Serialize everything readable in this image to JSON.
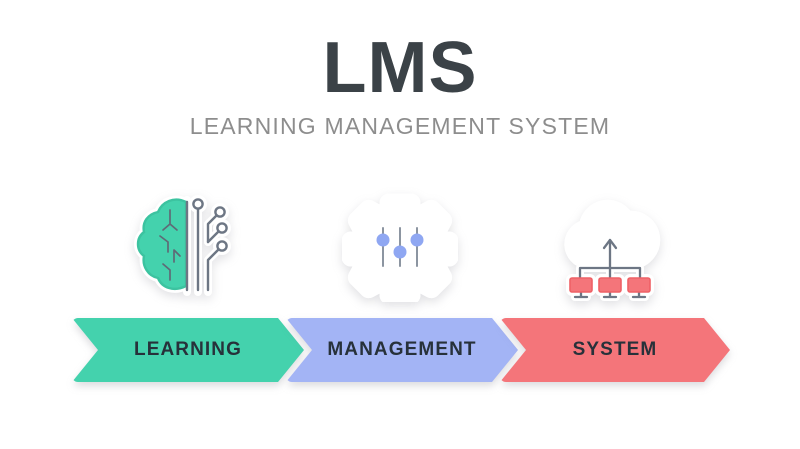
{
  "background_color": "#ffffff",
  "header": {
    "title": "LMS",
    "subtitle": "LEARNING MANAGEMENT SYSTEM",
    "title_color": "#3b4247",
    "subtitle_color": "#8d8d8d"
  },
  "icons": [
    {
      "name": "brain-circuit-icon",
      "accent_color": "#44d2ad",
      "outline_color": "#6d7684",
      "description": "Half brain half circuit board"
    },
    {
      "name": "gear-sliders-icon",
      "accent_color": "#8fa7f2",
      "outline_color": "#6d7684",
      "description": "Gear with three vertical sliders"
    },
    {
      "name": "cloud-network-icon",
      "accent_color": "#f4757a",
      "outline_color": "#6d7684",
      "description": "Cloud uploading from three computers"
    }
  ],
  "steps": [
    {
      "label": "LEARNING",
      "color": "#44d2ad",
      "text_color": "#27313a"
    },
    {
      "label": "MANAGEMENT",
      "color": "#a3b4f5",
      "text_color": "#27313a"
    },
    {
      "label": "SYSTEM",
      "color": "#f4757a",
      "text_color": "#27313a"
    }
  ]
}
